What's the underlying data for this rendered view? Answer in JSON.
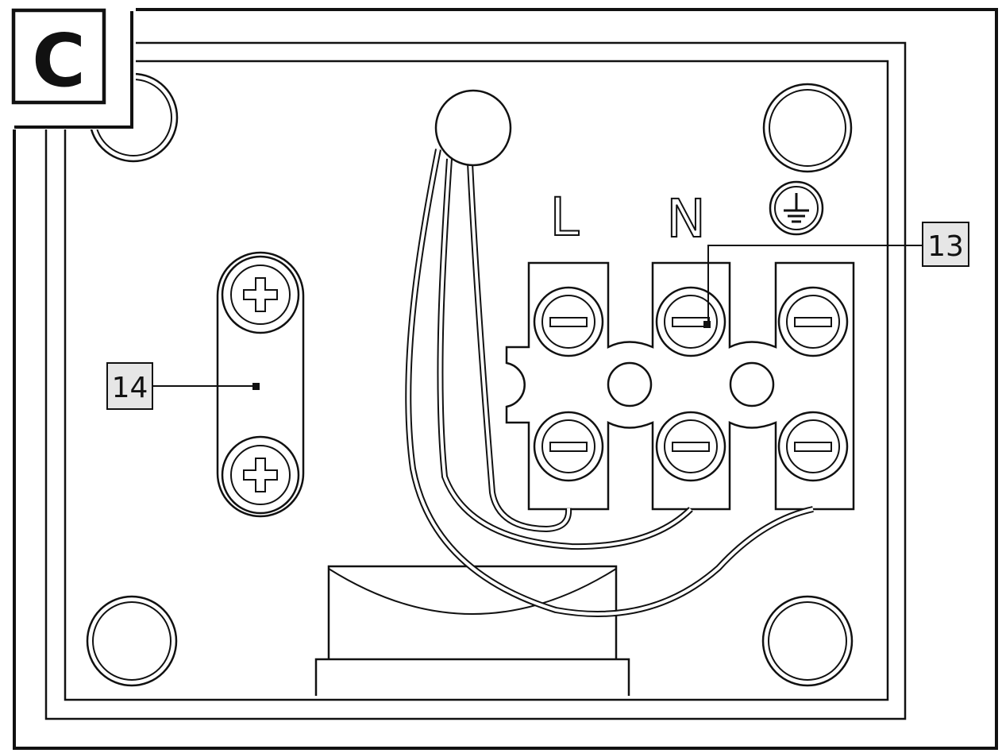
{
  "panel_letter": "C",
  "terminal_labels": {
    "live": "L",
    "neutral": "N"
  },
  "callouts": {
    "terminal_block": "13",
    "cable_clamp": "14"
  },
  "icons": {
    "earth": "earth-ground-icon",
    "clamp_screw": "phillips-screw-icon",
    "terminal_screw": "slotted-screw-icon"
  },
  "colors": {
    "line": "#111111",
    "callout_fill": "#e6e6e6",
    "background": "#ffffff"
  }
}
